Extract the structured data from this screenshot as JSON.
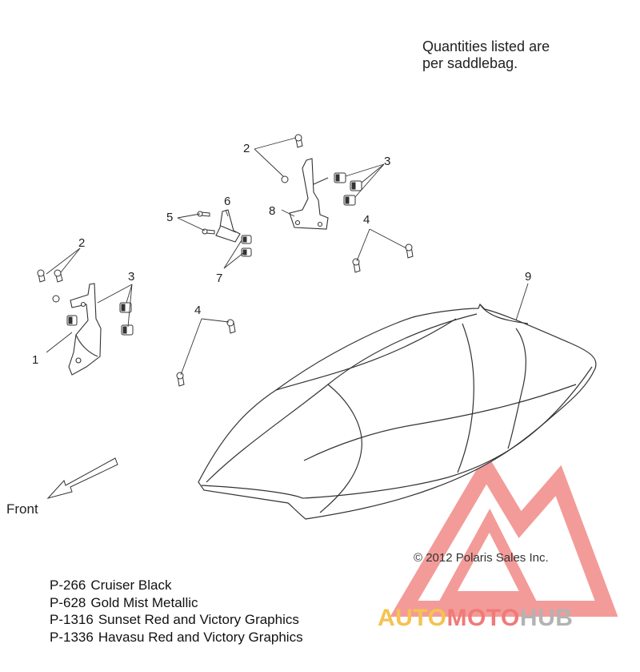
{
  "note": {
    "line1": "Quantities listed are",
    "line2": "per saddlebag."
  },
  "callouts": {
    "c1": "1",
    "c2a": "2",
    "c2b": "2",
    "c3a": "3",
    "c3b": "3",
    "c4a": "4",
    "c4b": "4",
    "c5": "5",
    "c6": "6",
    "c7": "7",
    "c8": "8",
    "c9": "9"
  },
  "front_label": "Front",
  "copyright": "© 2012 Polaris Sales Inc.",
  "color_options": [
    {
      "code": "P-266",
      "name": "Cruiser Black"
    },
    {
      "code": "P-628",
      "name": "Gold Mist Metallic"
    },
    {
      "code": "P-1316",
      "name": "Sunset Red and Victory Graphics"
    },
    {
      "code": "P-1336",
      "name": "Havasu Red and Victory Graphics"
    }
  ],
  "watermark": {
    "part1": "AUTO",
    "part2": "MOTO",
    "part3": "HUB",
    "colors": {
      "yellow": "#f6c24f",
      "red": "#f07a78",
      "gray": "#b3b3b3"
    }
  }
}
